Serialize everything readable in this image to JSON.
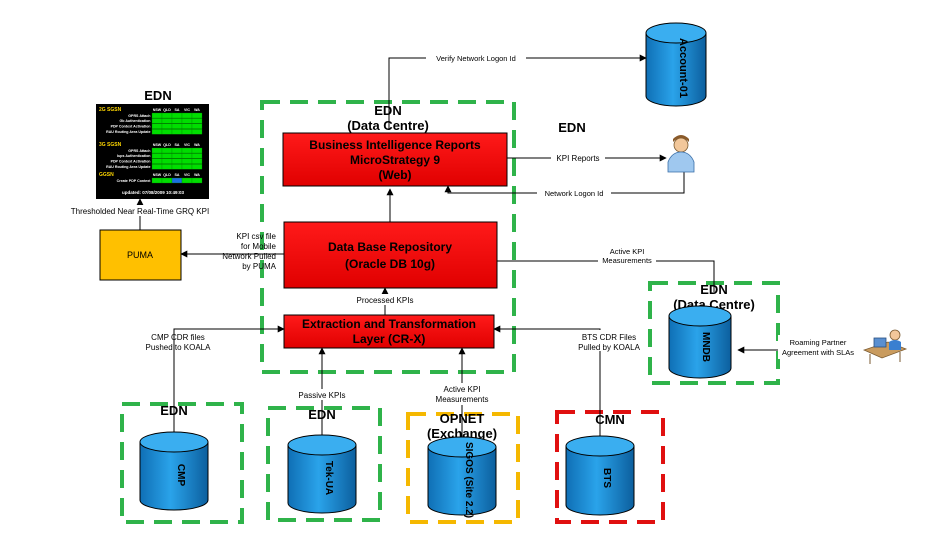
{
  "zones": {
    "edn_main_title": "EDN",
    "edn_main_sub": "(Data Centre)",
    "edn_right": "EDN",
    "edn_top_left": "EDN",
    "edn_mndb_title": "EDN",
    "edn_mndb_sub": "(Data Centre)",
    "edn_cmp": "EDN",
    "edn_tekua": "EDN",
    "opnet_title": "OPNET",
    "opnet_sub": "(Exchange)",
    "cmn": "CMN"
  },
  "boxes": {
    "bi_line1": "Business Intelligence Reports",
    "bi_line2": "MicroStrategy 9",
    "bi_line3": "(Web)",
    "db_line1": "Data Base Repository",
    "db_line2": "(Oracle DB 10g)",
    "etl_line1": "Extraction and Transformation",
    "etl_line2": "Layer (CR-X)",
    "puma": "PUMA"
  },
  "cylinders": {
    "account": "Account-01",
    "mndb": "MNDB",
    "cmp": "CMP",
    "tekua": "Tek-UA",
    "sigos": "SIGOS (Site 2.2)",
    "bts": "BTS"
  },
  "labels": {
    "verify_logon": "Verify Network Logon Id",
    "kpi_reports": "KPI Reports",
    "network_logon": "Network Logon Id",
    "thresholded": "Thresholded Near Real-Time GRQ KPI",
    "kpi_csv_1": "KPI csv file",
    "kpi_csv_2": "for Mobile",
    "kpi_csv_3": "Network Pulled",
    "kpi_csv_4": "by PUMA",
    "active_kpi_r1": "Active KPI",
    "active_kpi_r2": "Measurements",
    "processed_kpis": "Processed KPIs",
    "cmp_cdr_1": "CMP CDR files",
    "cmp_cdr_2": "Pushed to KOALA",
    "bts_cdr_1": "BTS CDR Files",
    "bts_cdr_2": "Pulled by KOALA",
    "passive_kpis": "Passive KPIs",
    "active_kpi_b1": "Active KPI",
    "active_kpi_b2": "Measurements",
    "roaming_1": "Roaming Partner",
    "roaming_2": "Agreement with SLAs"
  },
  "dashboard": {
    "sec1_title": "2G SGSN",
    "sec2_title": "3G SGSN",
    "sec3_title": "GGSN",
    "cols": [
      "NSW",
      "QLD",
      "SA",
      "VIC",
      "WA"
    ],
    "rows1": [
      "GPRS Attach",
      "Gb Authentication",
      "PDP Context Activation",
      "RAU Routing Area Update"
    ],
    "rows2": [
      "GPRS Attach",
      "Iups Authentication",
      "PDP Context Activation",
      "RAU Routing Area Update"
    ],
    "rows3": [
      "Create PDP Context"
    ],
    "updated": "updated: 07/08/2009 10:49:03"
  },
  "colors": {
    "green_dash": "#2fb34a",
    "yellow_dash": "#f5b800",
    "red_dash": "#e01010",
    "box_red": "#ff0000",
    "puma_fill": "#ffc000",
    "cyl_fill": "#1e8fd6",
    "grid_green": "#00dd00",
    "grid_blue": "#1a6fe0"
  }
}
